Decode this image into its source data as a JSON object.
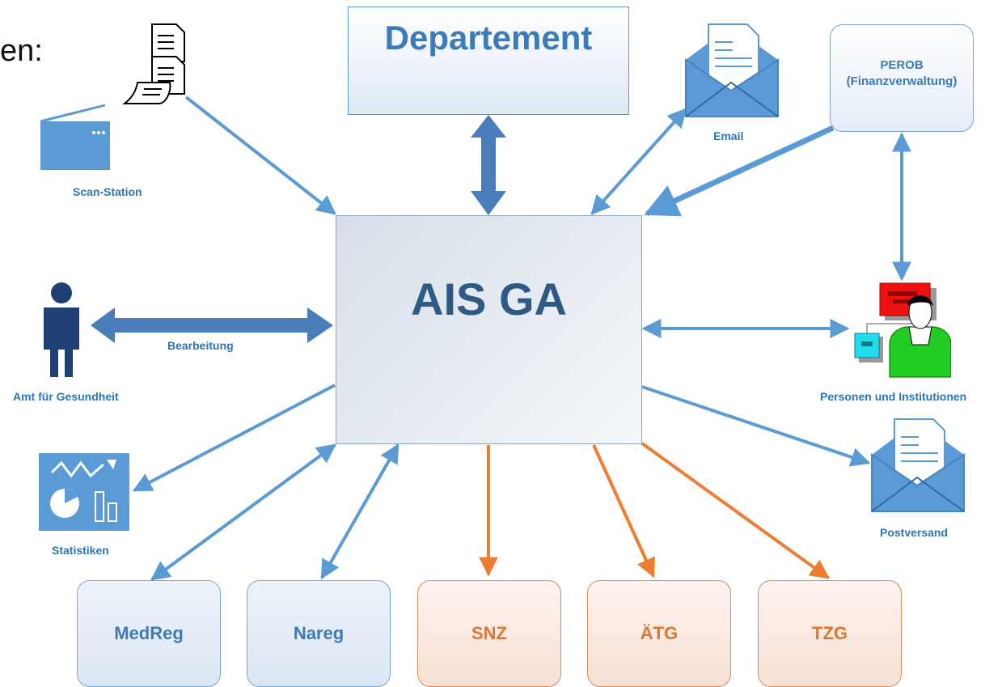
{
  "heading_fragment": "en:",
  "nodes": {
    "departement": "Departement",
    "ais_ga": "AIS GA",
    "perob_line1": "PEROB",
    "perob_line2": "(Finanzverwaltung)",
    "medreg": "MedReg",
    "nareg": "Nareg",
    "snz": "SNZ",
    "atg": "ÄTG",
    "tzg": "TZG"
  },
  "labels": {
    "scan_station": "Scan-Station",
    "email": "Email",
    "bearbeitung": "Bearbeitung",
    "amt": "Amt für Gesundheit",
    "personen": "Personen und Institutionen",
    "statistiken": "Statistiken",
    "postversand": "Postversand"
  },
  "colors": {
    "blue": "#5b9bd5",
    "dark_blue": "#4a7ebb",
    "orange": "#ed7d31",
    "navy": "#1f3f72"
  },
  "icons": [
    "documents-icon",
    "scanner-icon",
    "email-envelope-icon",
    "person-icon",
    "persons-institutions-icon",
    "statistics-icon",
    "post-envelope-icon"
  ]
}
